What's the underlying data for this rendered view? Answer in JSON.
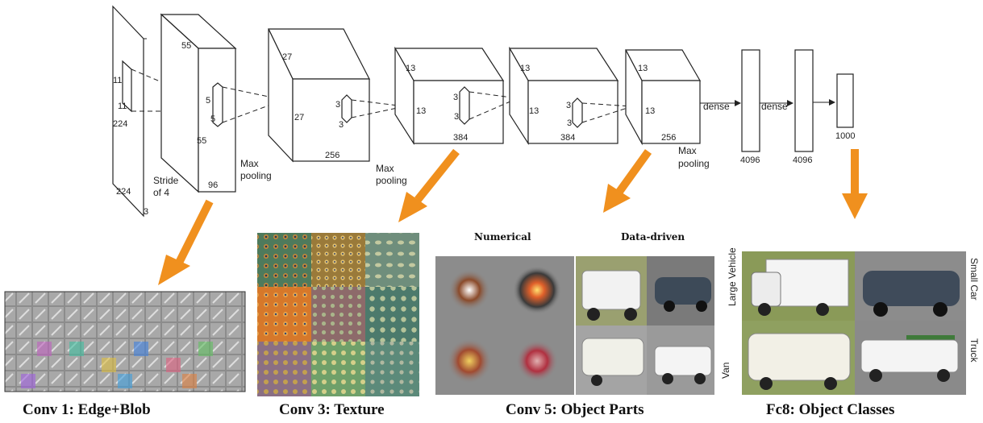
{
  "layers": {
    "input": {
      "d1": "224",
      "d2": "224",
      "d3": "3",
      "k1": "11",
      "k2": "11"
    },
    "conv1": {
      "d1": "55",
      "d2": "55",
      "d3": "96",
      "k1": "5",
      "k2": "5",
      "note1": "Stride",
      "note2": "of 4"
    },
    "conv2": {
      "d1": "27",
      "d2": "27",
      "d3": "256",
      "k1": "3",
      "k2": "3"
    },
    "conv3": {
      "d1": "13",
      "d2": "13",
      "d3": "384",
      "k1": "3",
      "k2": "3"
    },
    "conv4": {
      "d1": "13",
      "d2": "13",
      "d3": "384",
      "k1": "3",
      "k2": "3"
    },
    "conv5": {
      "d1": "13",
      "d2": "13",
      "d3": "256"
    },
    "fc6": {
      "size": "4096"
    },
    "fc7": {
      "size": "4096"
    },
    "fc8": {
      "size": "1000"
    }
  },
  "labels": {
    "max_pool_1a": "Max",
    "max_pool_1b": "pooling",
    "max_pool_2a": "Max",
    "max_pool_2b": "pooling",
    "max_pool_3a": "Max",
    "max_pool_3b": "pooling",
    "dense_1": "dense",
    "dense_2": "dense"
  },
  "panels": {
    "numerical": "Numerical",
    "data_driven": "Data-driven",
    "large_vehicle": "Large Vehicle",
    "small_car": "Small Car",
    "van": "Van",
    "truck": "Truck"
  },
  "captions": {
    "conv1": "Conv 1: Edge+Blob",
    "conv3": "Conv 3: Texture",
    "conv5": "Conv 5: Object Parts",
    "fc8": "Fc8: Object Classes"
  },
  "colors": {
    "arrow": "#f0901e"
  }
}
